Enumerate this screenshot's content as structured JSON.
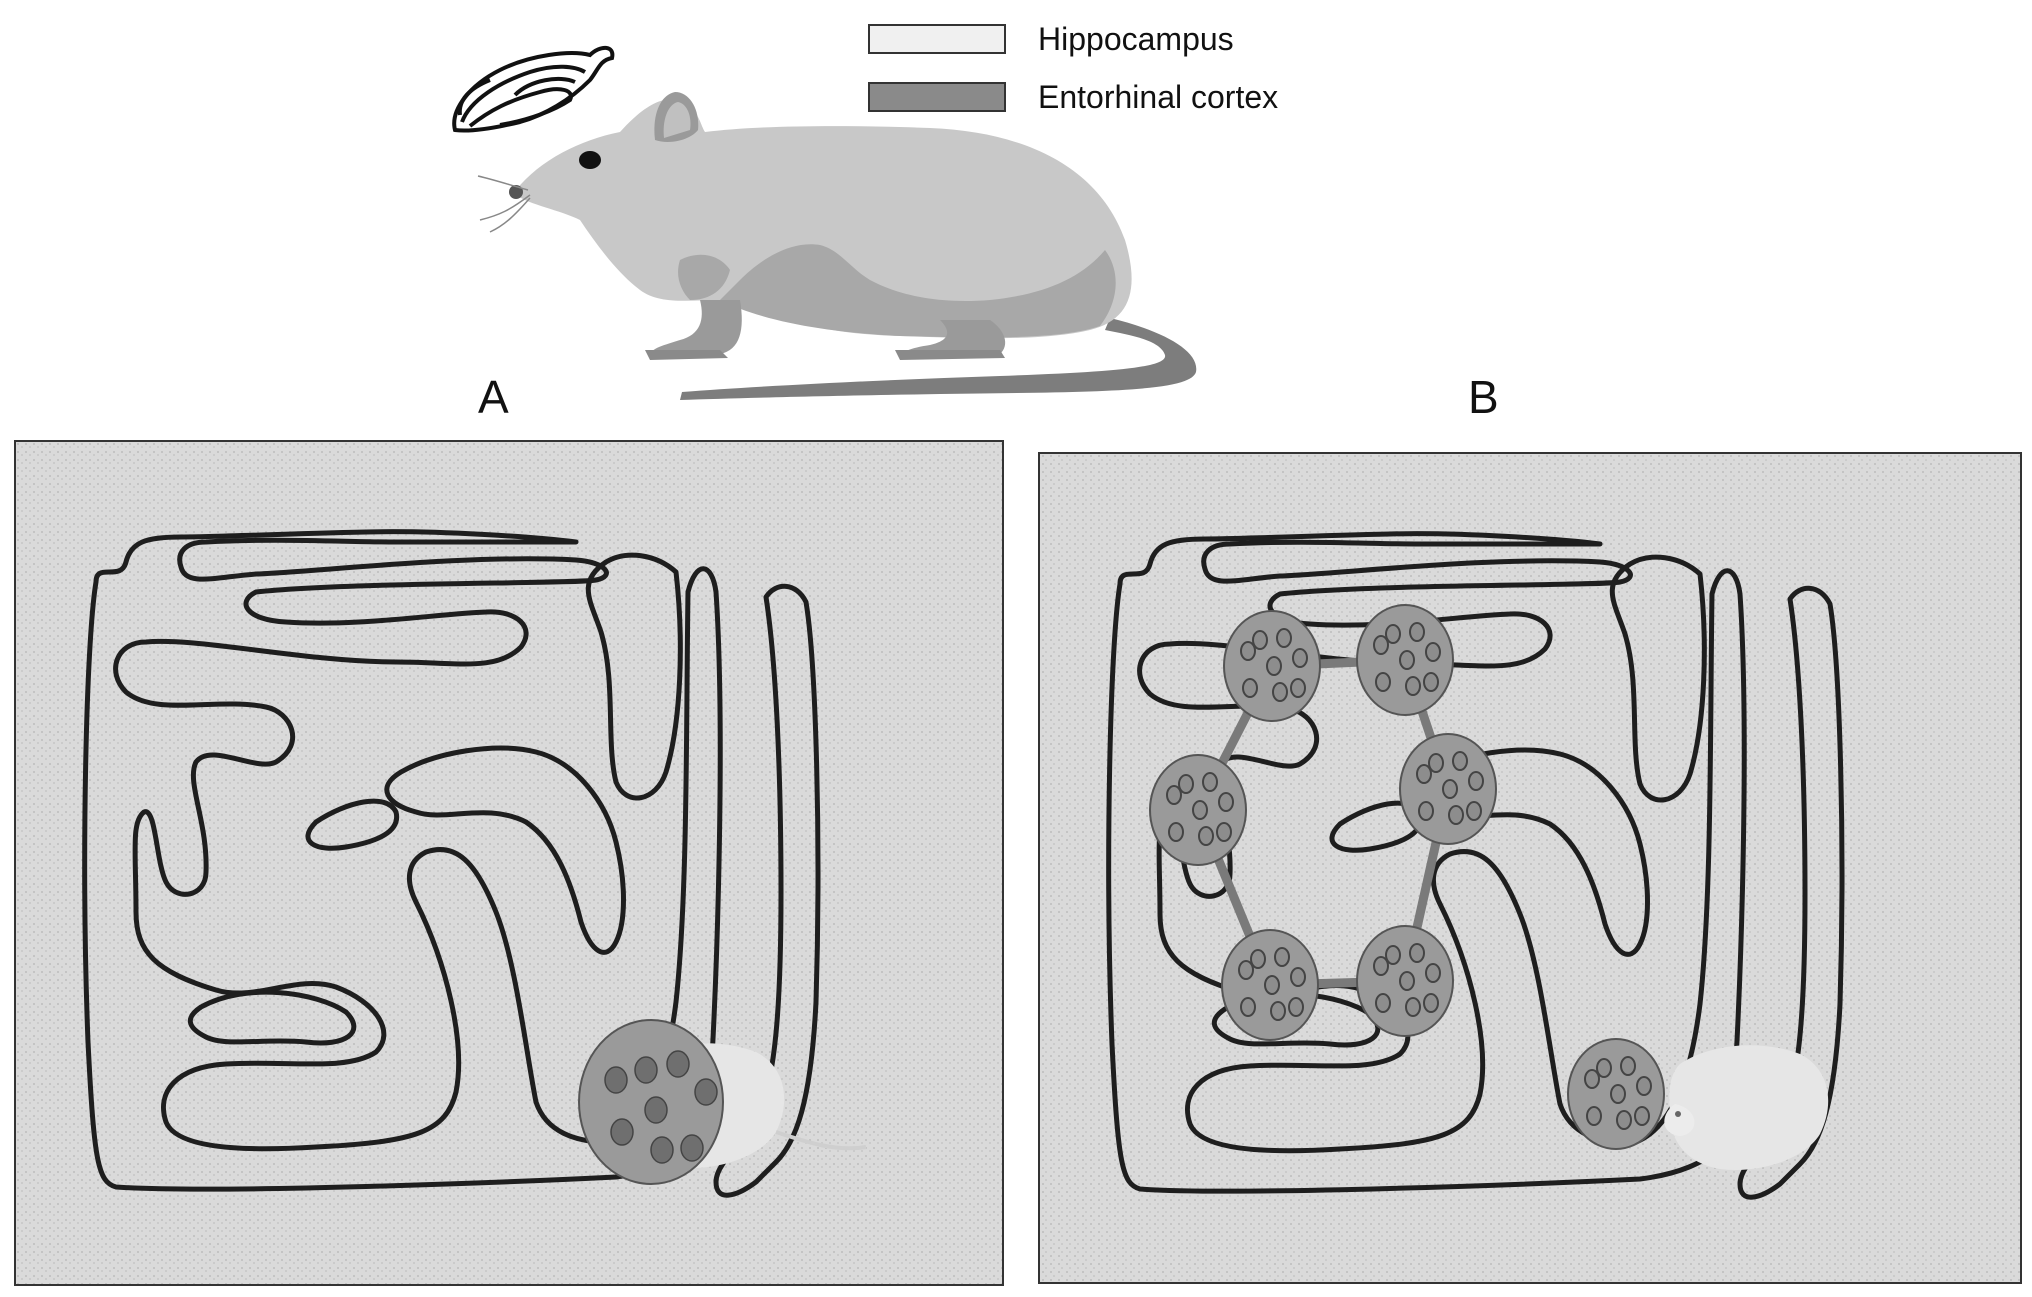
{
  "legend": {
    "items": [
      {
        "label": "Hippocampus",
        "color": "#f0f0f0"
      },
      {
        "label": "Entorhinal cortex",
        "color": "#8a8a8a"
      }
    ]
  },
  "panels": {
    "a": {
      "label": "A"
    },
    "b": {
      "label": "B"
    }
  },
  "colors": {
    "maze_line": "#1e1e1e",
    "floor": "#d9d9d9",
    "cell_fill": "#9a9a9a",
    "cell_dot": "#6f6f6f",
    "link": "#7a7a7a",
    "rat_body": "#c8c8c8",
    "rat_shade": "#a8a8a8",
    "rat_tail": "#7d7d7d"
  },
  "icons": {
    "brain": "brain-outline-icon",
    "rat": "rat-illustration",
    "mouse": "mouse-in-maze-icon"
  }
}
